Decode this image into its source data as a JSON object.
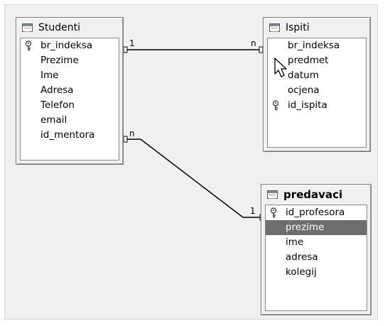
{
  "tables": {
    "studenti": {
      "title": "Studenti",
      "fields": [
        "br_indeksa",
        "Prezime",
        "Ime",
        "Adresa",
        "Telefon",
        "email",
        "id_mentora"
      ]
    },
    "ispiti": {
      "title": "Ispiti",
      "fields": [
        "br_indeksa",
        "predmet",
        "datum",
        "ocjena",
        "id_ispita"
      ]
    },
    "predavaci": {
      "title": "predavaci",
      "fields": [
        "id_profesora",
        "prezime",
        "ime",
        "adresa",
        "kolegij"
      ],
      "selected_field": "prezime"
    }
  },
  "relationships": [
    {
      "from": "Studenti.br_indeksa",
      "to": "Ispiti.br_indeksa",
      "from_label": "1",
      "to_label": "n"
    },
    {
      "from": "Studenti.id_mentora",
      "to": "predavaci.id_profesora",
      "from_label": "n",
      "to_label": "1"
    }
  ],
  "colors": {
    "canvas": "#f0f0f0",
    "selection": "#6e6e6e"
  },
  "icons": [
    "table-icon",
    "primary-key-icon",
    "mouse-cursor-icon"
  ]
}
